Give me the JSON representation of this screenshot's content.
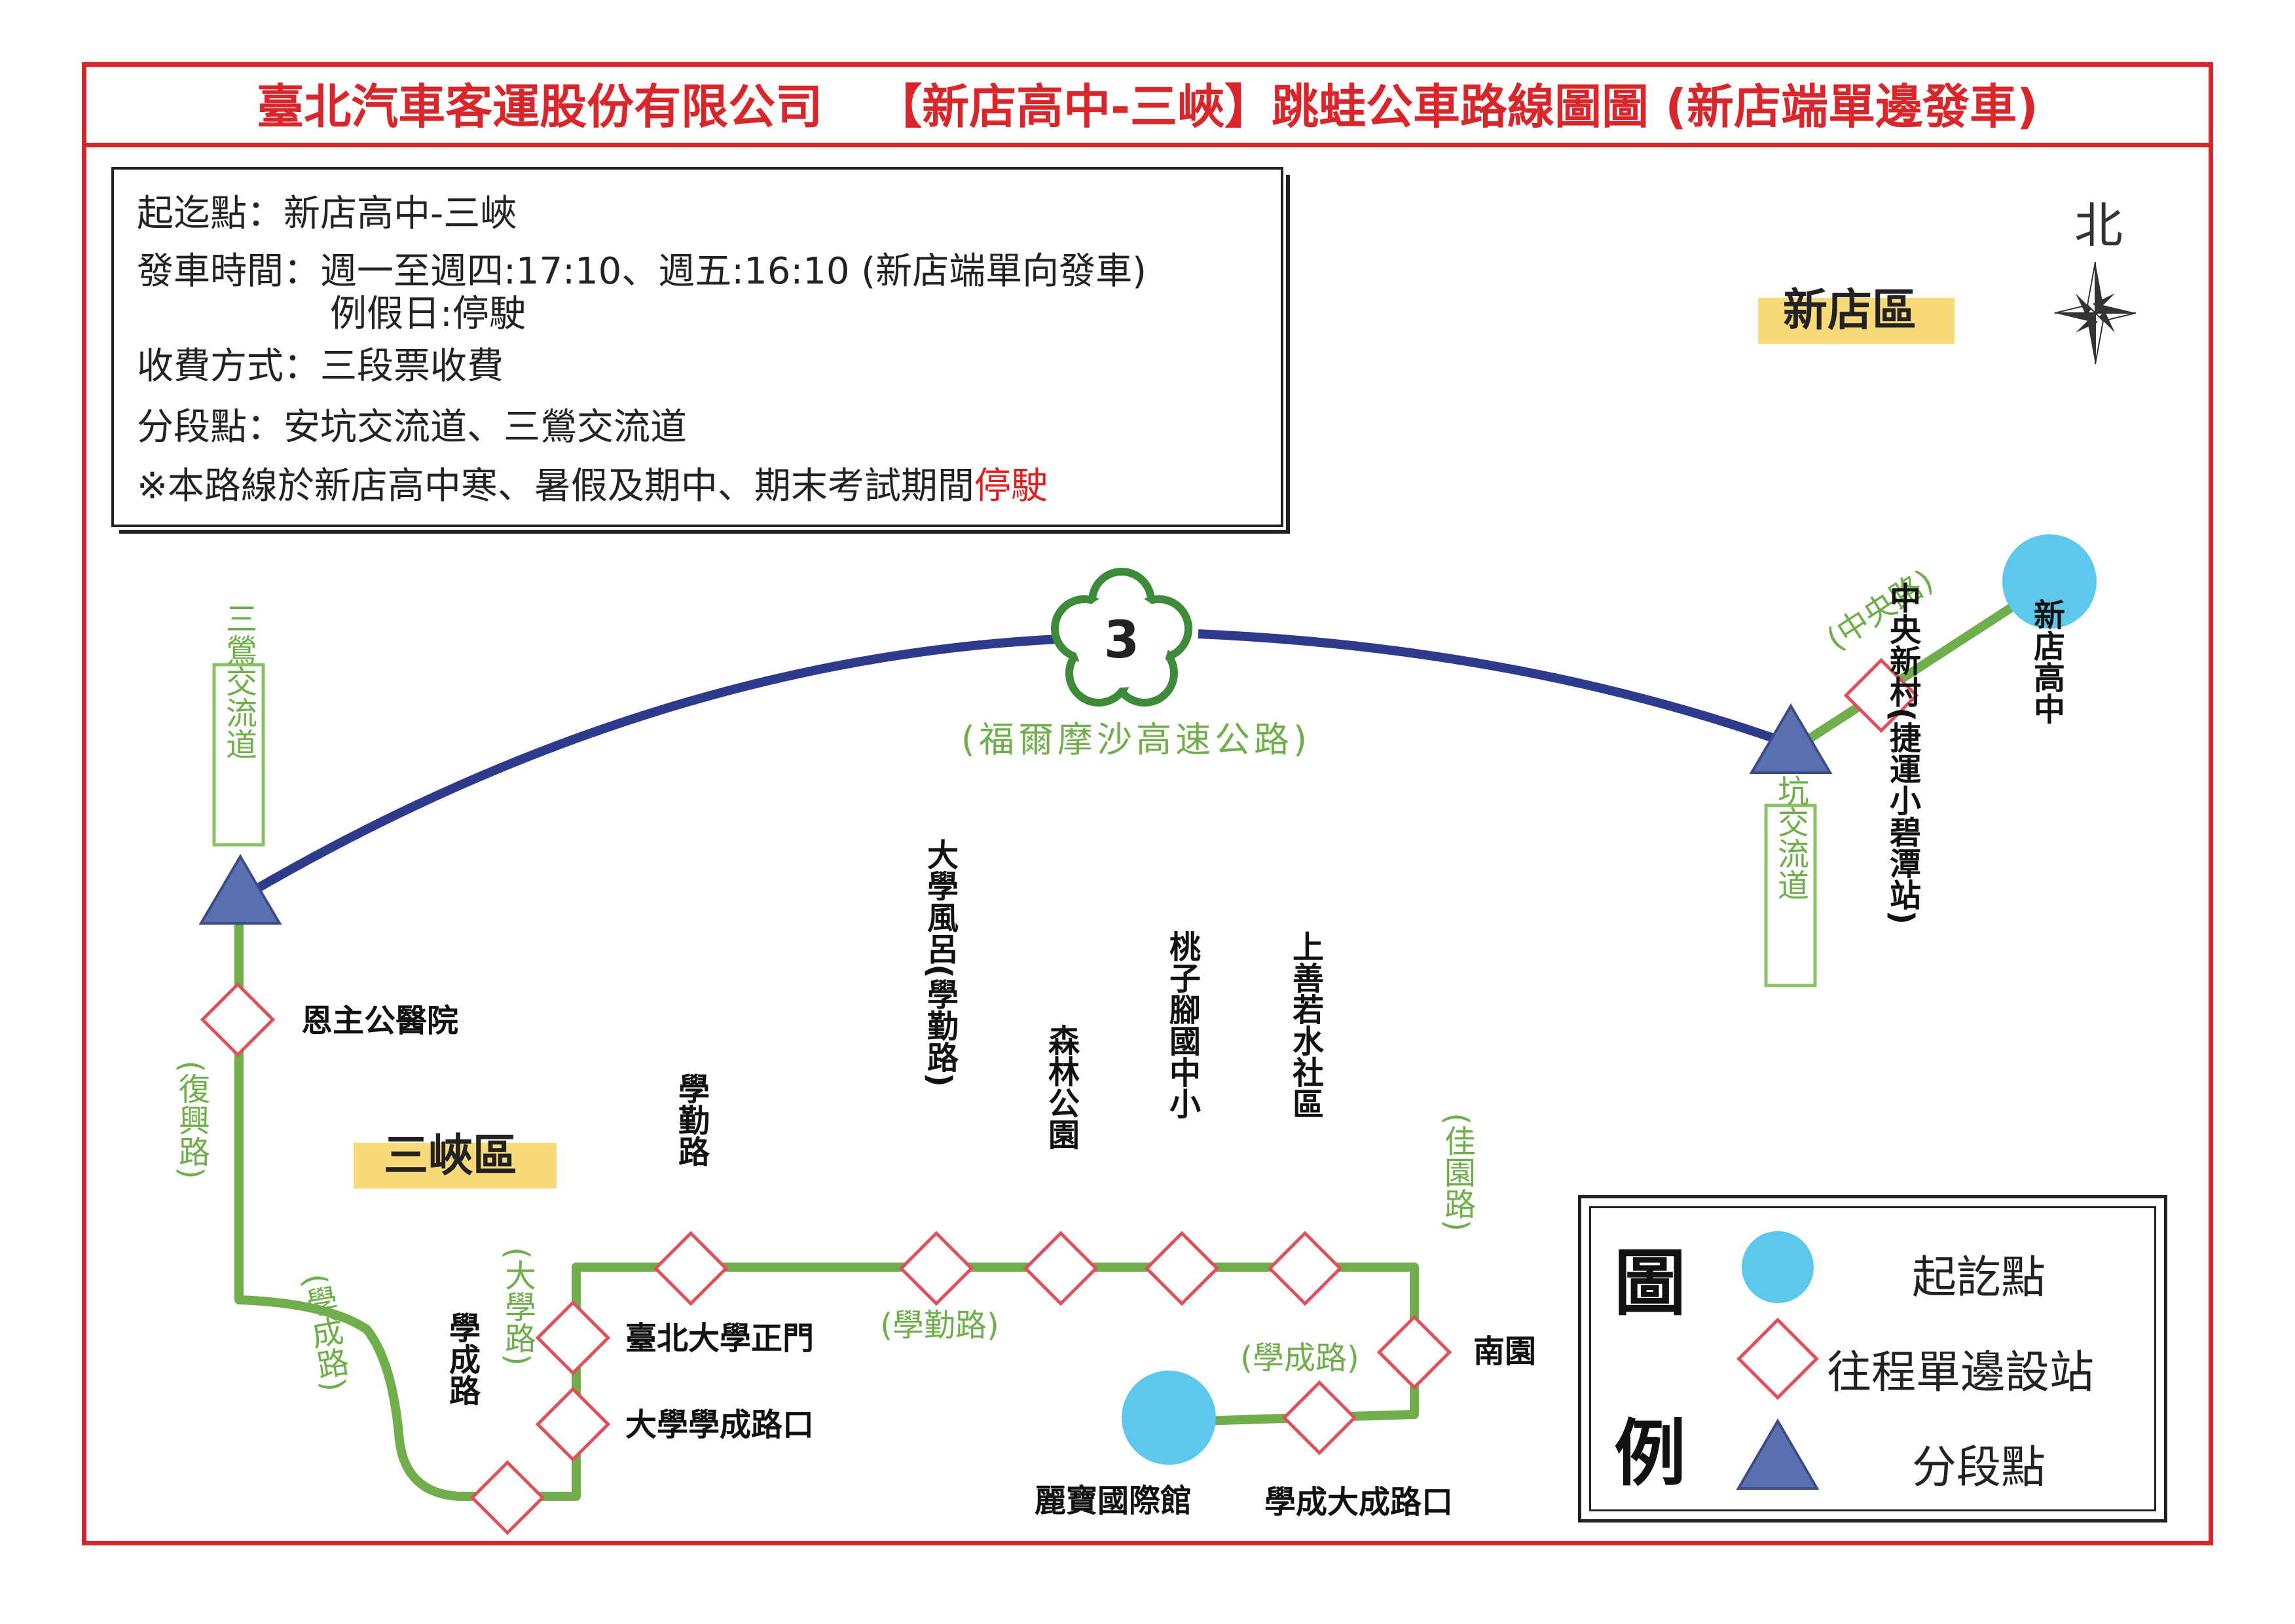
{
  "title": {
    "company": "臺北汽車客運股份有限公司",
    "route": "【新店高中-三峽】跳蛙公車路線圖圖 (新店端單邊發車)"
  },
  "info": {
    "endpoints": "起迄點：新店高中-三峽",
    "departure": "發車時間：週一至週四:17:10、週五:16:10 (新店端單向發車)",
    "holiday": "例假日:停駛",
    "fare": "收費方式：三段票收費",
    "segments": "分段點：安坑交流道、三鶯交流道",
    "notice_prefix": "※本路線於新店高中寒、暑假及期中、期末考試期間",
    "notice_red": "停駛"
  },
  "compass": {
    "label": "北"
  },
  "districts": {
    "xindian": "新店區",
    "sanxia": "三峽區"
  },
  "highway": {
    "shield_number": "3",
    "name": "(福爾摩沙高速公路)"
  },
  "interchanges": {
    "sanying": "三鶯交流道",
    "ankeng": "安坑交流道"
  },
  "roads": {
    "zhongyang": "(中央路)",
    "fuxing": "(復興路)",
    "xuecheng_west": "(學成路)",
    "daxue": "(大學路)",
    "xueqin": "(學勤路)",
    "jiayuan": "(佳園路)",
    "xuecheng_south": "(學成路)"
  },
  "stops": {
    "xindian_high": "新店高中",
    "zhongyang_village": "中央新村(捷運小碧潭站)",
    "enzhu_hospital": "恩主公醫院",
    "xuecheng_road": "學成路",
    "ntpu_gate": "臺北大學正門",
    "daxue_xuecheng": "大學學成路口",
    "xueqin_road": "學勤路",
    "daxue_fenglu": "大學風呂(學勤路)",
    "forest_park": "森林公園",
    "taozijiao": "桃子腳國中小",
    "shangshan": "上善若水社區",
    "nanyuan": "南園",
    "xuecheng_dacheng": "學成大成路口",
    "libao": "麗寶國際館"
  },
  "legend": {
    "title_top": "圖",
    "title_bottom": "例",
    "terminal": "起訖點",
    "stop": "往程單邊設站",
    "segment": "分段點"
  },
  "colors": {
    "frame_red": "#d9262b",
    "route_green": "#6fae4b",
    "highway_blue": "#2e3a8c",
    "terminal_cyan": "#5bc8ec",
    "segment_blue": "#5a70b0",
    "stop_red": "#e0505a",
    "road_label_green": "#6fae4b"
  }
}
